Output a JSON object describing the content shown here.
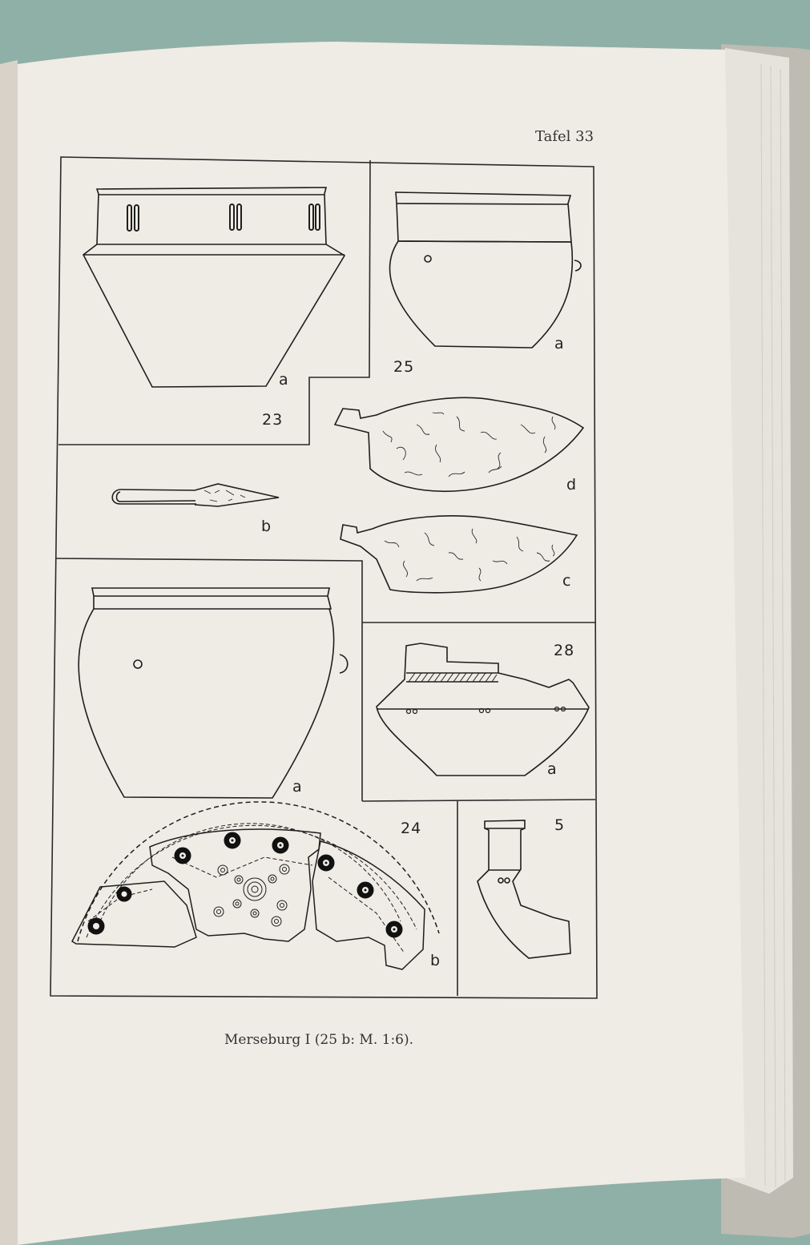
{
  "page": {
    "plate_label": "Tafel 33",
    "caption": "Merseburg I (25 b: M. 1:6)."
  },
  "figures": {
    "f23": {
      "number": "23",
      "a": "a",
      "b": "b"
    },
    "f25": {
      "number": "25",
      "a": "a",
      "c": "c",
      "d": "d"
    },
    "f24": {
      "number": "24",
      "a": "a",
      "b": "b"
    },
    "f28": {
      "number": "28",
      "a": "a"
    },
    "f5": {
      "number": "5"
    }
  },
  "colors": {
    "page": "#efece5",
    "ink": "#1e1e1e",
    "background": "#8fb0a6",
    "cloth": "#b9b7ae"
  }
}
